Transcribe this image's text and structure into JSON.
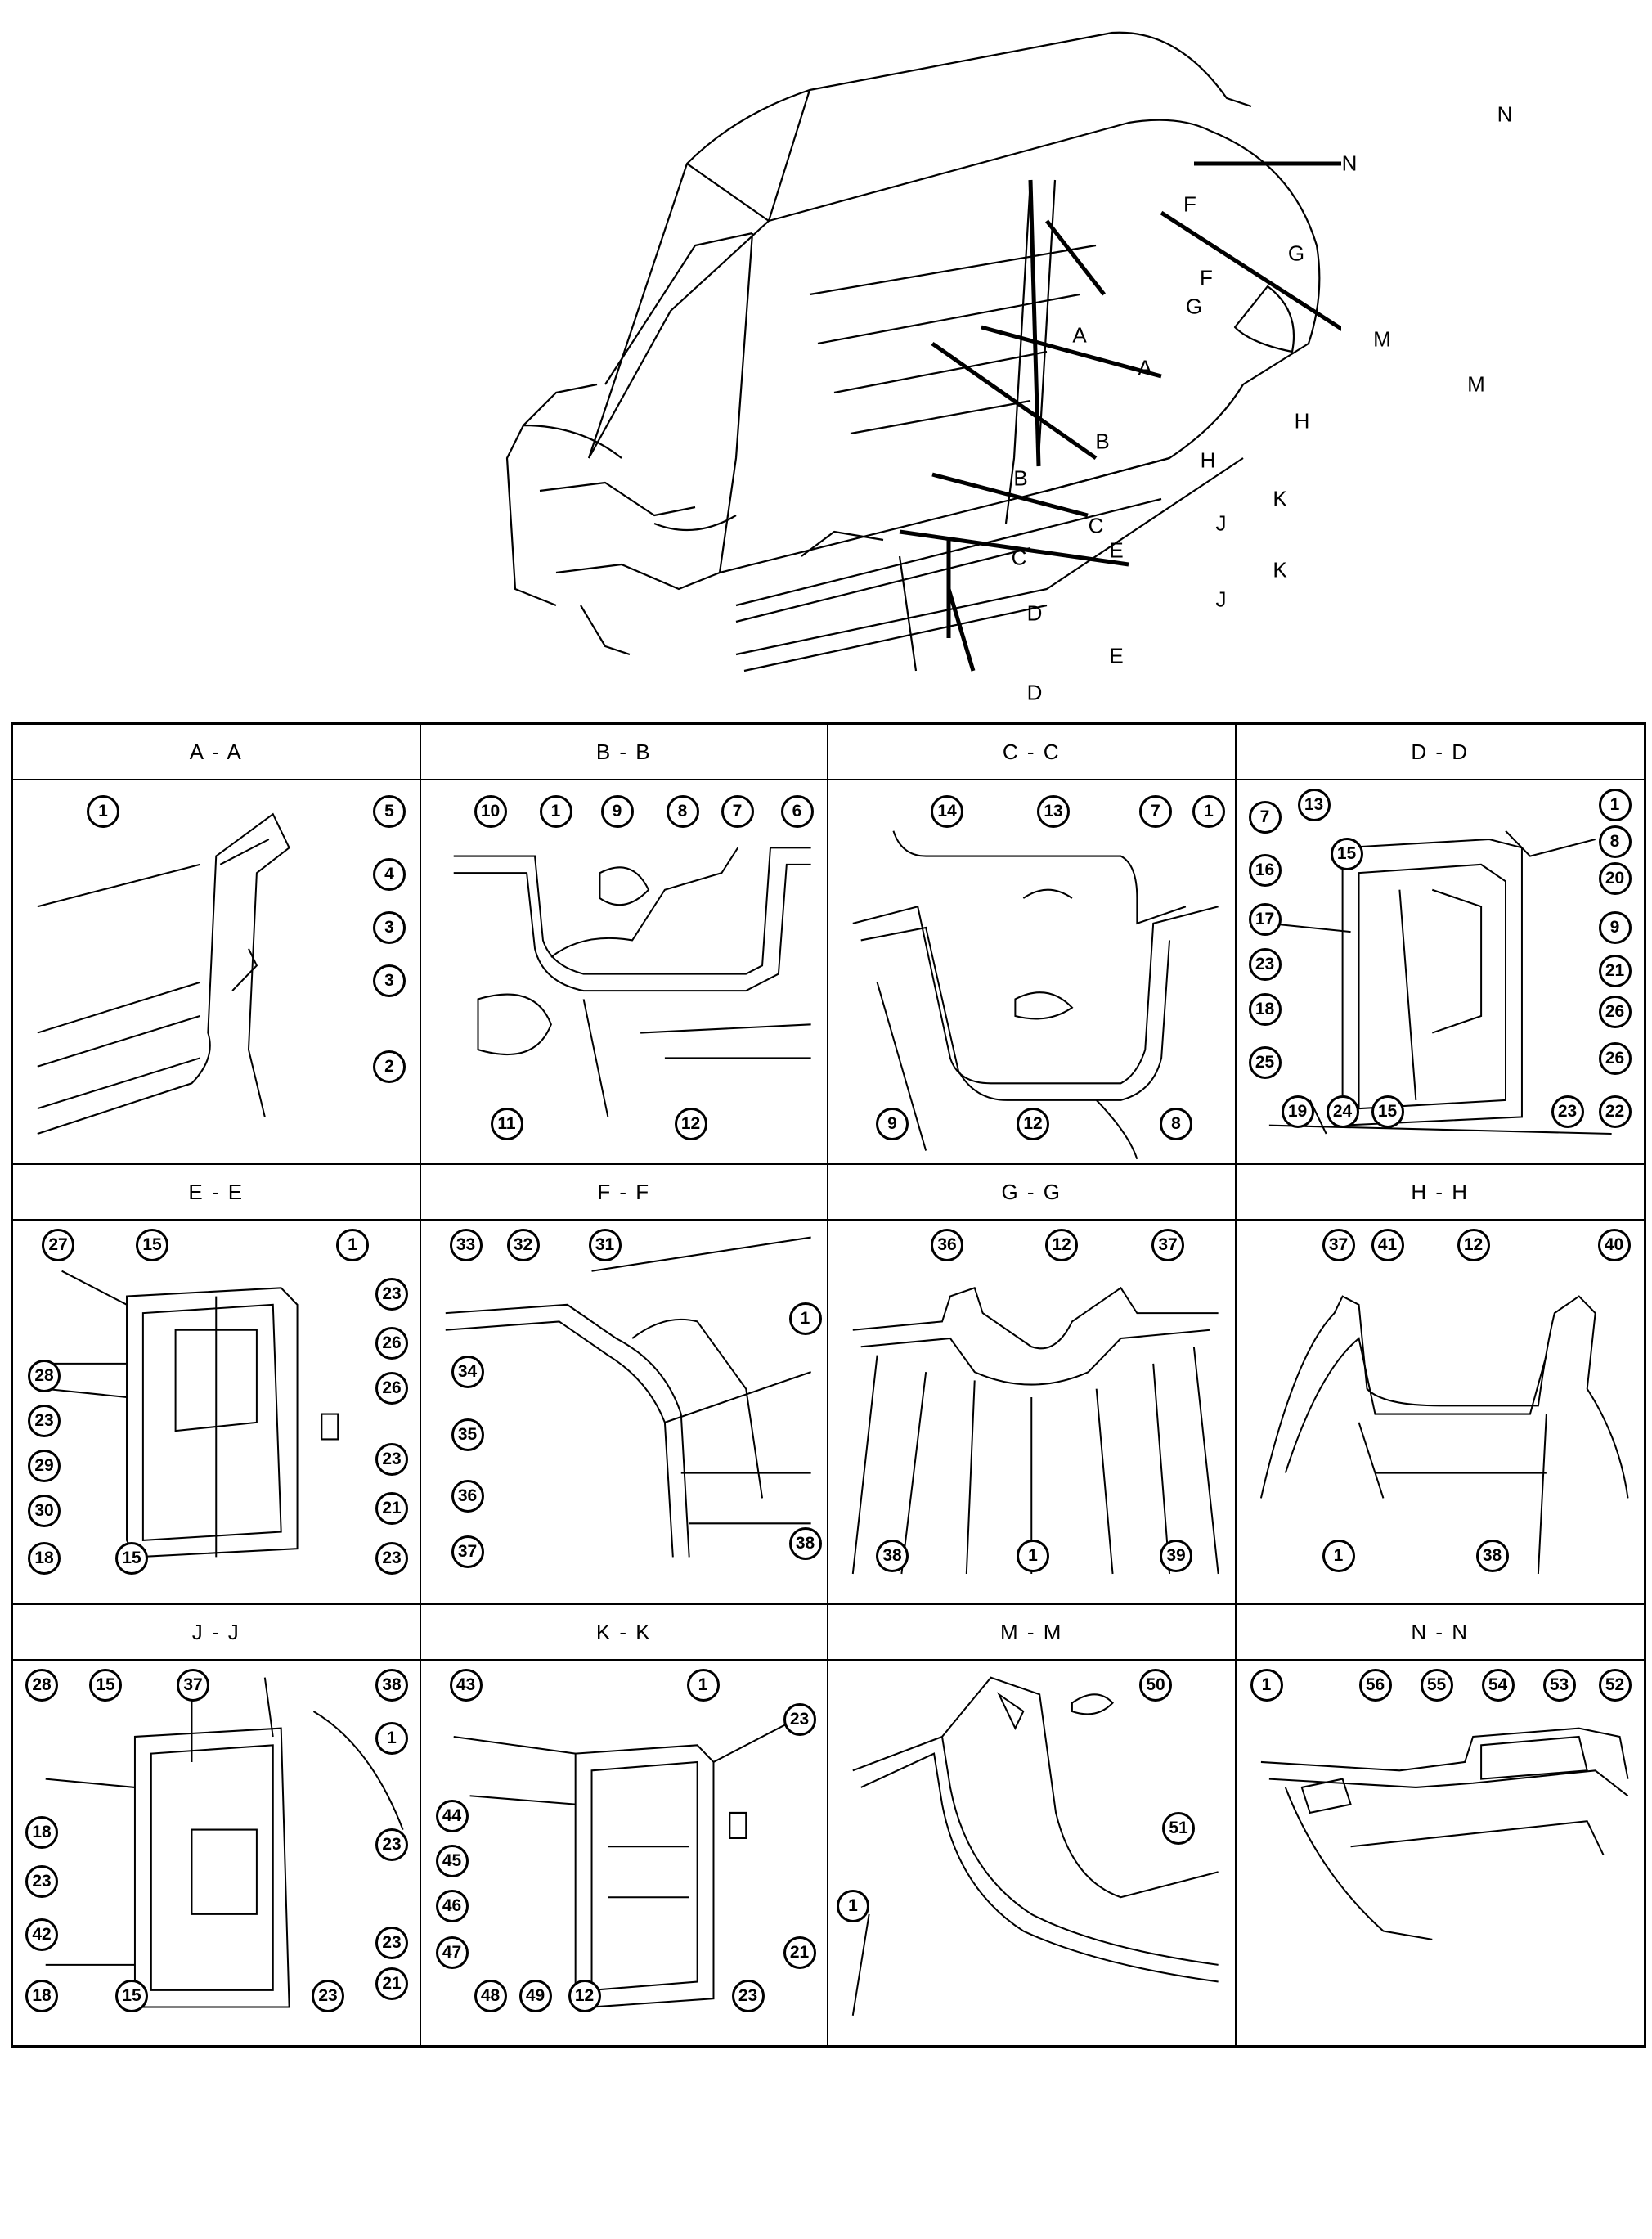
{
  "sections": [
    {
      "title": "A - A",
      "callouts": [
        "1",
        "5",
        "4",
        "3",
        "3",
        "2"
      ]
    },
    {
      "title": "B - B",
      "callouts": [
        "10",
        "1",
        "9",
        "8",
        "7",
        "6",
        "11",
        "12"
      ]
    },
    {
      "title": "C - C",
      "callouts": [
        "14",
        "13",
        "7",
        "1",
        "9",
        "12",
        "8"
      ]
    },
    {
      "title": "D - D",
      "callouts": [
        "13",
        "1",
        "7",
        "8",
        "15",
        "20",
        "16",
        "9",
        "17",
        "21",
        "23",
        "26",
        "18",
        "26",
        "25",
        "19",
        "24",
        "15",
        "23",
        "22"
      ]
    },
    {
      "title": "E - E",
      "callouts": [
        "27",
        "15",
        "1",
        "23",
        "26",
        "28",
        "26",
        "23",
        "29",
        "23",
        "30",
        "21",
        "18",
        "15",
        "23"
      ]
    },
    {
      "title": "F - F",
      "callouts": [
        "33",
        "32",
        "31",
        "1",
        "34",
        "35",
        "36",
        "37",
        "38"
      ]
    },
    {
      "title": "G - G",
      "callouts": [
        "36",
        "12",
        "37",
        "38",
        "1",
        "39"
      ]
    },
    {
      "title": "H - H",
      "callouts": [
        "37",
        "41",
        "12",
        "40",
        "1",
        "38"
      ]
    },
    {
      "title": "J - J",
      "callouts": [
        "28",
        "15",
        "37",
        "38",
        "1",
        "18",
        "23",
        "23",
        "42",
        "23",
        "18",
        "15",
        "23",
        "21"
      ]
    },
    {
      "title": "K - K",
      "callouts": [
        "43",
        "1",
        "23",
        "44",
        "45",
        "46",
        "47",
        "21",
        "48",
        "49",
        "12",
        "23"
      ]
    },
    {
      "title": "M - M",
      "callouts": [
        "50",
        "1",
        "51"
      ]
    },
    {
      "title": "N - N",
      "callouts": [
        "1",
        "56",
        "55",
        "54",
        "53",
        "52"
      ]
    }
  ],
  "hero_marks": [
    "N",
    "N",
    "F",
    "F",
    "G",
    "G",
    "M",
    "M",
    "A",
    "A",
    "B",
    "B",
    "H",
    "H",
    "C",
    "C",
    "J",
    "J",
    "K",
    "K",
    "E",
    "E",
    "D",
    "D"
  ]
}
